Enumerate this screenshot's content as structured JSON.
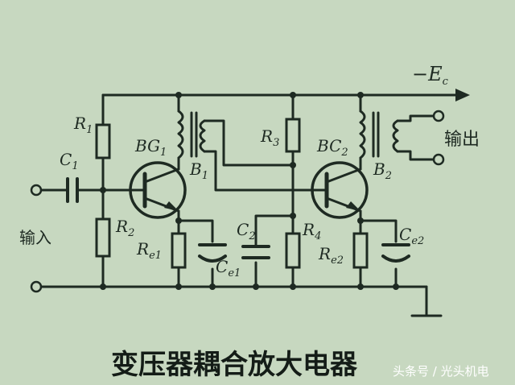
{
  "diagram": {
    "supply": "−E",
    "supply_sub": "c",
    "input_label": "输入",
    "output_label": "输出",
    "components": {
      "R1": {
        "main": "R",
        "sub": "1"
      },
      "R2": {
        "main": "R",
        "sub": "2"
      },
      "C1": {
        "main": "C",
        "sub": "1"
      },
      "BG1": {
        "main": "BG",
        "sub": "1"
      },
      "B1": {
        "main": "B",
        "sub": "1"
      },
      "Re1": {
        "main": "R",
        "sub": "e1"
      },
      "Ce1": {
        "main": "C",
        "sub": "e1"
      },
      "R3": {
        "main": "R",
        "sub": "3"
      },
      "C2": {
        "main": "C",
        "sub": "2"
      },
      "R4": {
        "main": "R",
        "sub": "4"
      },
      "BC2": {
        "main": "BC",
        "sub": "2"
      },
      "B2": {
        "main": "B",
        "sub": "2"
      },
      "Re2": {
        "main": "R",
        "sub": "e2"
      },
      "Ce2": {
        "main": "C",
        "sub": "e2"
      }
    }
  },
  "caption": "变压器耦合放大电器",
  "watermark": "头条号 / 光头机电"
}
